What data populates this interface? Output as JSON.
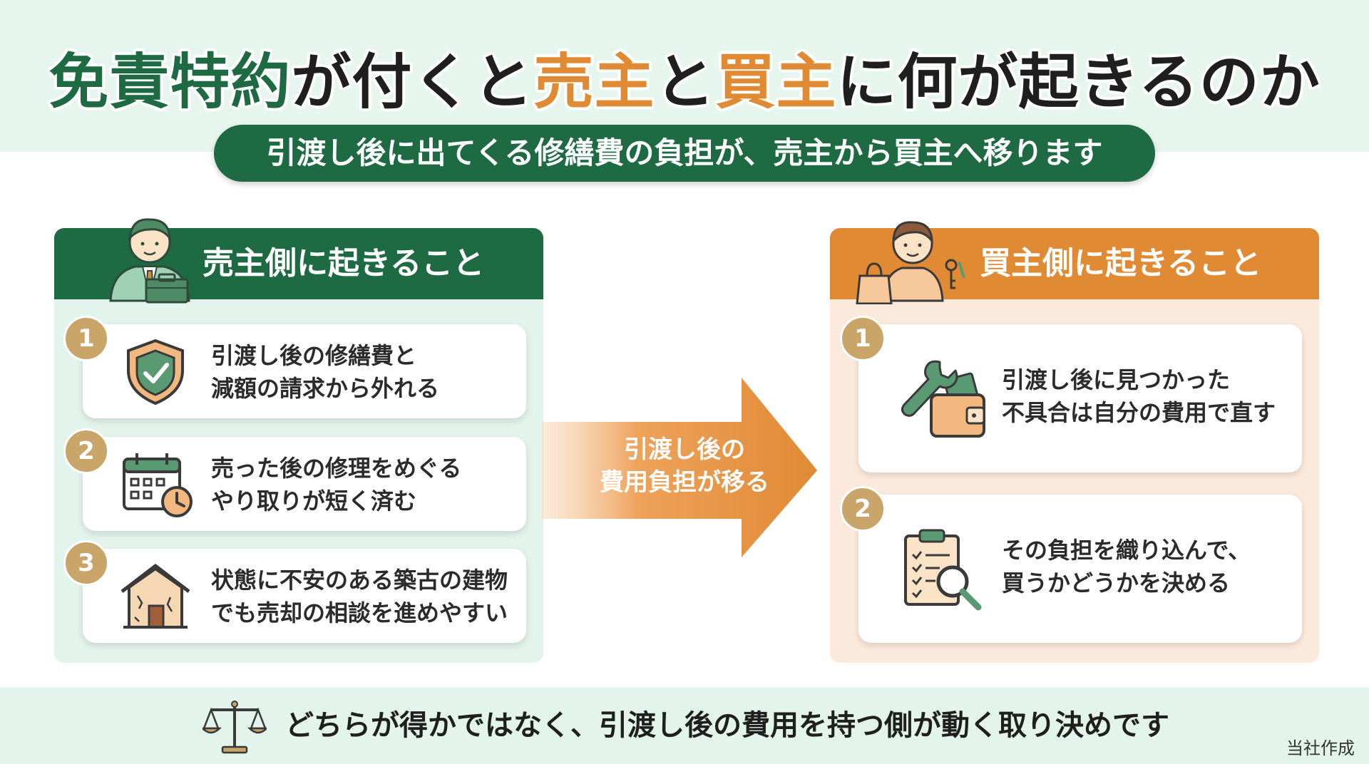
{
  "title": {
    "part1": "免責特約",
    "part2": "が付くと",
    "part3": "売主",
    "part4": "と",
    "part5": "買主",
    "part6": "に何が起きるのか"
  },
  "subtitle": "引渡し後に出てくる修繕費の負担が、売主から買主へ移ります",
  "seller": {
    "heading": "売主側に起きること",
    "items": [
      {
        "num": "1",
        "line1": "引渡し後の修繕費と",
        "line2": "減額の請求から外れる",
        "icon": "shield-check-icon"
      },
      {
        "num": "2",
        "line1": "売った後の修理をめぐる",
        "line2": "やり取りが短く済む",
        "icon": "calendar-clock-icon"
      },
      {
        "num": "3",
        "line1": "状態に不安のある築古の建物",
        "line2": "でも売却の相談を進めやすい",
        "icon": "old-house-icon"
      }
    ]
  },
  "buyer": {
    "heading": "買主側に起きること",
    "items": [
      {
        "num": "1",
        "line1": "引渡し後に見つかった",
        "line2": "不具合は自分の費用で直す",
        "icon": "wrench-wallet-icon"
      },
      {
        "num": "2",
        "line1": "その負担を織り込んで、",
        "line2": "買うかどうかを決める",
        "icon": "clipboard-search-icon"
      }
    ]
  },
  "arrow": {
    "line1": "引渡し後の",
    "line2": "費用負担が移る"
  },
  "bottom": "どちらが得かではなく、引渡し後の費用を持つ側が動く取り決めです",
  "credit": "当社作成",
  "colors": {
    "green": "#1e6a43",
    "orange": "#e08a34",
    "gold": "#c9a56a",
    "mint": "#e3f4ec",
    "peach": "#fbe9db"
  }
}
